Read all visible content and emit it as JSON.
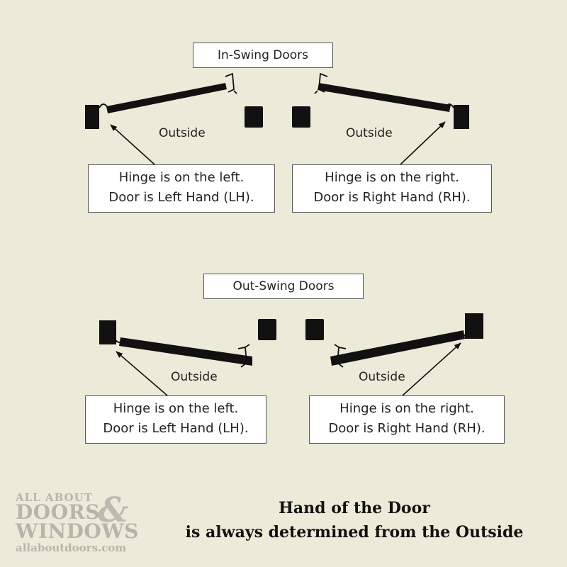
{
  "in_swing": {
    "title": "In-Swing Doors",
    "left": {
      "outside_label": "Outside",
      "line1": "Hinge is on the left.",
      "line2": "Door is Left Hand (LH)."
    },
    "right": {
      "outside_label": "Outside",
      "line1": "Hinge is on the right.",
      "line2": "Door is Right Hand (RH)."
    }
  },
  "out_swing": {
    "title": "Out-Swing Doors",
    "left": {
      "outside_label": "Outside",
      "line1": "Hinge is on the left.",
      "line2": "Door is Left Hand (LH)."
    },
    "right": {
      "outside_label": "Outside",
      "line1": "Hinge is on the right.",
      "line2": "Door is Right Hand (RH)."
    }
  },
  "logo": {
    "line1": "ALL ABOUT",
    "line2": "DOORS",
    "ampersand": "&",
    "line3": "WINDOWS",
    "url": "allaboutdoors.com"
  },
  "caption": {
    "line1": "Hand of the Door",
    "line2": "is always determined from the Outside"
  },
  "colors": {
    "background": "#ecebd9",
    "door": "#111111",
    "logo": "#b7b5ab"
  }
}
